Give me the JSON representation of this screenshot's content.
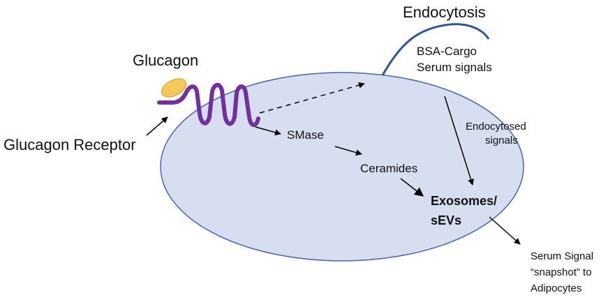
{
  "labels": {
    "endocytosis": "Endocytosis",
    "glucagon": "Glucagon",
    "glucagon_receptor": "Glucagon Receptor",
    "bsa_cargo": "BSA-Cargo",
    "serum_signals": "Serum signals",
    "smase": "SMase",
    "ceramides": "Ceramides",
    "endocytosed_1": "Endocytosed",
    "endocytosed_2": "signals",
    "exosomes_1": "Exosomes/",
    "exosomes_2": "sEVs",
    "output_1": "Serum Signal",
    "output_2": "“snapshot” to",
    "output_3": "Adipocytes"
  },
  "colors": {
    "cell_fill": "#d6deef",
    "cell_stroke": "#4a64a8",
    "endocytosis_curve": "#2f5597",
    "receptor": "#7030a0",
    "glucagon_fill": "#f5c85a",
    "glucagon_stroke": "#d4a021",
    "arrow": "#000000"
  }
}
